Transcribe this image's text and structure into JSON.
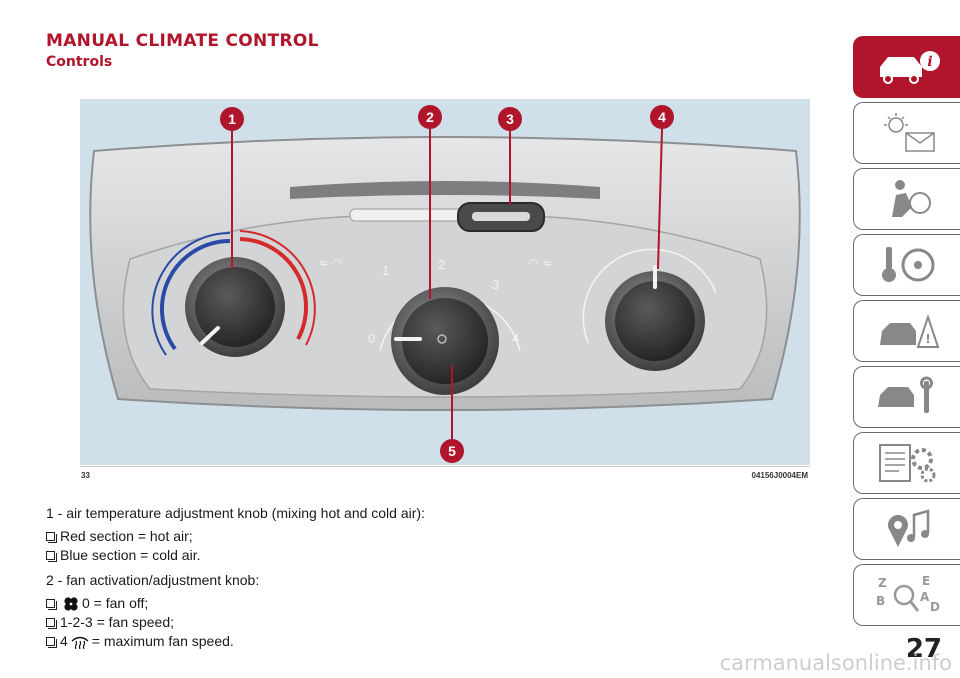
{
  "heading": "MANUAL CLIMATE CONTROL",
  "subheading": "Controls",
  "figure": {
    "number": "33",
    "code": "04156J0004EM",
    "callouts": [
      "1",
      "2",
      "3",
      "4",
      "5"
    ],
    "fan_scale": [
      "0",
      "1",
      "2",
      "3",
      "4"
    ],
    "colors": {
      "hot": "#d42a2a",
      "cold": "#2a4aa8",
      "callout": "#b0152b"
    }
  },
  "body": {
    "item1_title": "1 - air temperature adjustment knob (mixing hot and cold air):",
    "item1_bullets": [
      "Red section = hot air;",
      "Blue section = cold air."
    ],
    "item2_title": "2 - fan activation/adjustment knob:",
    "item2_bullet1": "0 = fan off;",
    "item2_bullet2": "1-2-3 = fan speed;",
    "item2_bullet3_prefix": "4",
    "item2_bullet3_suffix": "= maximum fan speed."
  },
  "sidebar": {
    "active_index": 0,
    "tab_icons": [
      "car-info-icon",
      "warning-lights-icon",
      "safety-airbag-icon",
      "steering-key-icon",
      "emergency-icon",
      "maintenance-icon",
      "technical-data-icon",
      "multimedia-icon",
      "index-icon"
    ]
  },
  "page_number": "27",
  "watermark": "carmanualsonline.info"
}
